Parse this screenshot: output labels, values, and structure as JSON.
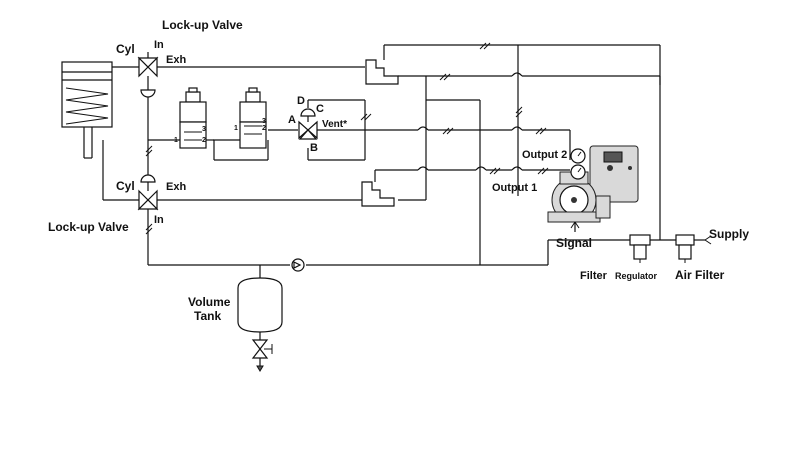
{
  "labels": {
    "lockup_valve_top": "Lock-up Valve",
    "lockup_valve_bottom": "Lock-up Valve",
    "cyl_top": "Cyl",
    "in_top": "In",
    "exh_top": "Exh",
    "cyl_bottom": "Cyl",
    "exh_bottom": "Exh",
    "in_bottom": "In",
    "port_a": "A",
    "port_b": "B",
    "port_c": "C",
    "port_d": "D",
    "vent": "Vent*",
    "sol_left_port1": "1",
    "sol_left_port2": "2",
    "sol_left_port3": "3",
    "sol_right_port1": "1",
    "sol_right_port2": "2",
    "sol_right_port3": "3",
    "output2": "Output 2",
    "output1": "Output 1",
    "signal": "Signal",
    "supply": "Supply",
    "filter_regulator_1": "Filter",
    "filter_regulator_2": "Regulator",
    "air_filter": "Air Filter",
    "volume_tank_1": "Volume",
    "volume_tank_2": "Tank"
  }
}
